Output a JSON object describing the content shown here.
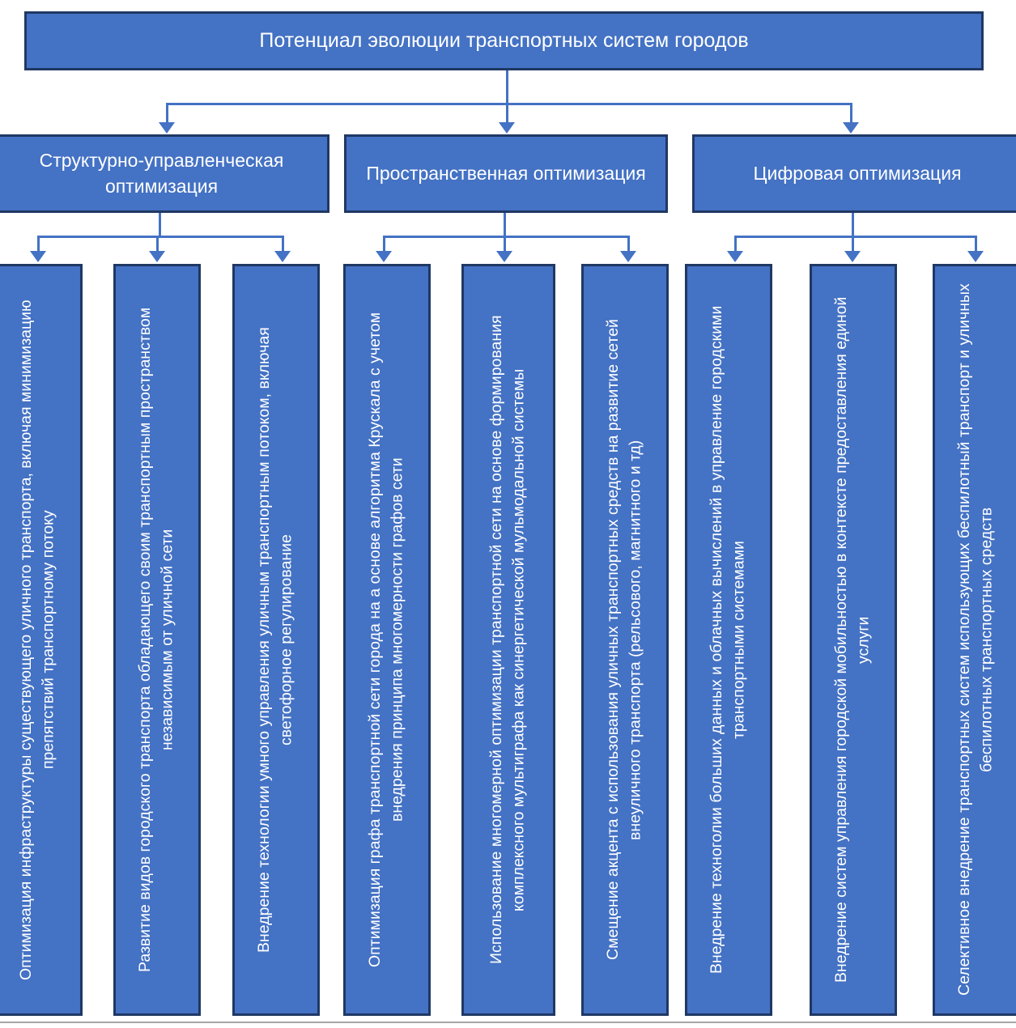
{
  "diagram": {
    "title": "Потенциал эволюции транспортных систем городов",
    "root": {
      "label": "Потенциал эволюции транспортных систем городов"
    },
    "categories": [
      {
        "label": "Структурно-управленческая оптимизация"
      },
      {
        "label": "Пространственная оптимизация"
      },
      {
        "label": "Цифровая оптимизация"
      }
    ],
    "leaves": [
      {
        "label": "Оптимизация инфраструктуры существующего уличного транспорта, включая минимизацию препятствий транспортному потоку",
        "parent": 0
      },
      {
        "label": "Развитие видов городского транспорта обладающего своим транспортным пространством независимым от уличной сети",
        "parent": 0
      },
      {
        "label": "Внедрение технологии умного управления уличным транспортным потоком, включая светофорное регулирование",
        "parent": 0
      },
      {
        "label": "Оптимизация графа транспортной сети города  на а основе алгоритма Крускала с учетом внедрения принципа многомерности графов сети",
        "parent": 1
      },
      {
        "label": "Использование многомерной оптимизации транспортной сети на основе формирования комплексного мультиграфа как синергетической мульмодальной системы",
        "parent": 1
      },
      {
        "label": "Смещение акцента с использования уличных транспортных средств на развитие сетей внеуличного транспорта (рельсового, магнитного и тд)",
        "parent": 1
      },
      {
        "label": "Внедрение техноголии больших данных и облачных вычислений в управление городскими транспортными системами",
        "parent": 2
      },
      {
        "label": "Внедрение систем управления городской мобильностью в контексте предоставления единой услуги",
        "parent": 2
      },
      {
        "label": "Селективное внедрение транспортных систем использующих беспилотный транспорт и уличных беспилотных транспортных средств",
        "parent": 2
      }
    ],
    "colors": {
      "node_fill": "#4472C4",
      "node_border": "#1F3864",
      "node_text": "#FFFFFF",
      "connector": "#4472C4",
      "background": "#FFFFFF",
      "bottom_rule": "#A6A6A6"
    }
  }
}
